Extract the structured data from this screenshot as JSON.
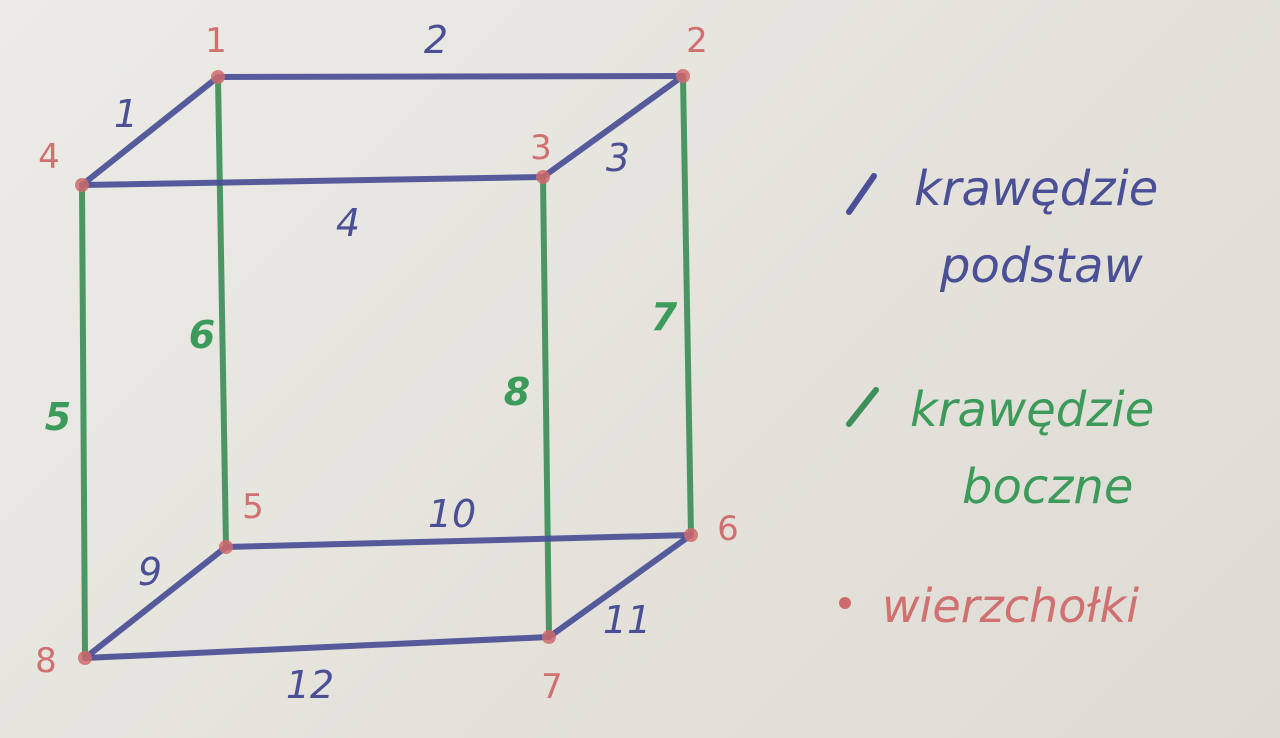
{
  "colors": {
    "base_edge": "#4a4f96",
    "lateral_edge": "#3f8f5a",
    "vertex": "#cf6b6b",
    "base_label": "#4a4f96",
    "lateral_label": "#3c9a5a",
    "vertex_label": "#d07070"
  },
  "vertices": [
    {
      "id": "1",
      "label": "1"
    },
    {
      "id": "2",
      "label": "2"
    },
    {
      "id": "3",
      "label": "3"
    },
    {
      "id": "4",
      "label": "4"
    },
    {
      "id": "5",
      "label": "5"
    },
    {
      "id": "6",
      "label": "6"
    },
    {
      "id": "7",
      "label": "7"
    },
    {
      "id": "8",
      "label": "8"
    }
  ],
  "base_edges": [
    {
      "label": "1",
      "from": "4",
      "to": "1"
    },
    {
      "label": "2",
      "from": "1",
      "to": "2"
    },
    {
      "label": "3",
      "from": "3",
      "to": "2"
    },
    {
      "label": "4",
      "from": "4",
      "to": "3"
    },
    {
      "label": "9",
      "from": "8",
      "to": "5"
    },
    {
      "label": "10",
      "from": "5",
      "to": "6"
    },
    {
      "label": "11",
      "from": "7",
      "to": "6"
    },
    {
      "label": "12",
      "from": "8",
      "to": "7"
    }
  ],
  "lateral_edges": [
    {
      "label": "5",
      "from": "4",
      "to": "8"
    },
    {
      "label": "6",
      "from": "1",
      "to": "5"
    },
    {
      "label": "7",
      "from": "2",
      "to": "6"
    },
    {
      "label": "8",
      "from": "3",
      "to": "7"
    }
  ],
  "legend": {
    "base": {
      "line1": "krawędzie",
      "line2": "podstaw"
    },
    "lateral": {
      "line1": "krawędzie",
      "line2": "boczne"
    },
    "vertices": {
      "text": "wierzchołki"
    }
  }
}
